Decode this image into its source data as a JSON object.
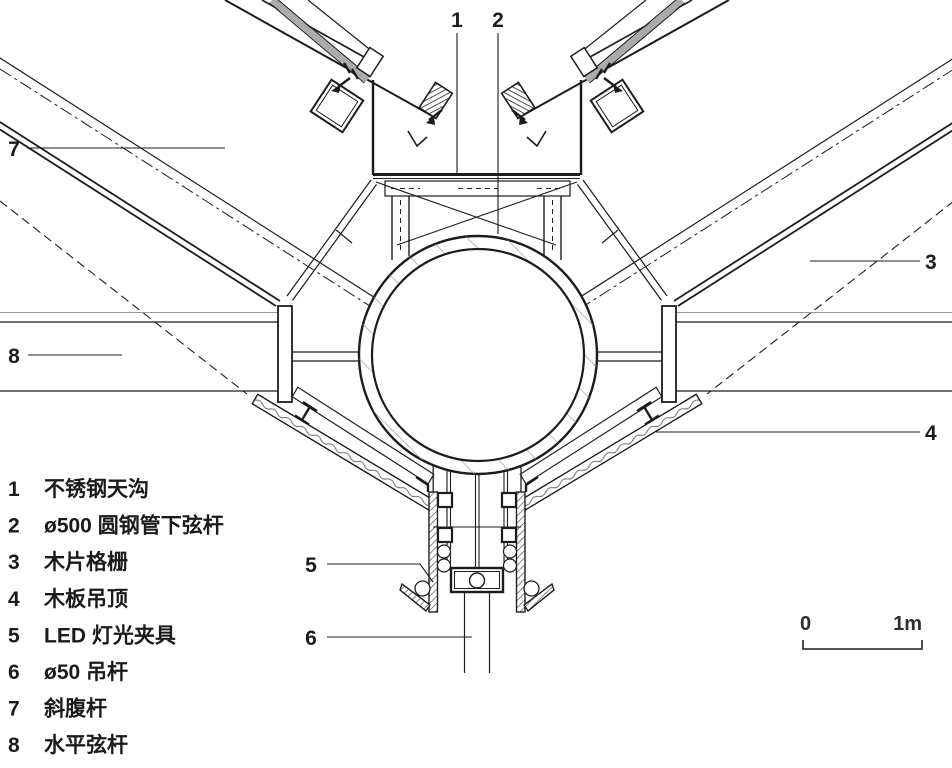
{
  "drawing": {
    "type": "architectural-detail-section",
    "callouts": [
      "1",
      "2",
      "3",
      "4",
      "5",
      "6",
      "7",
      "8"
    ],
    "legend": {
      "items": [
        {
          "num": "1",
          "label": "不锈钢天沟"
        },
        {
          "num": "2",
          "label": "ø500 圆钢管下弦杆"
        },
        {
          "num": "3",
          "label": "木片格栅"
        },
        {
          "num": "4",
          "label": "木板吊顶"
        },
        {
          "num": "5",
          "label": "LED 灯光夹具"
        },
        {
          "num": "6",
          "label": "ø50 吊杆"
        },
        {
          "num": "7",
          "label": "斜腹杆"
        },
        {
          "num": "8",
          "label": "水平弦杆"
        }
      ]
    },
    "scale_bar": {
      "zero": "0",
      "one": "1m"
    },
    "colors": {
      "line": "#1c1c1c",
      "sheet_gray": "#ababab",
      "ring_hatch": "#8f8f8f",
      "background": "#ffffff"
    }
  }
}
